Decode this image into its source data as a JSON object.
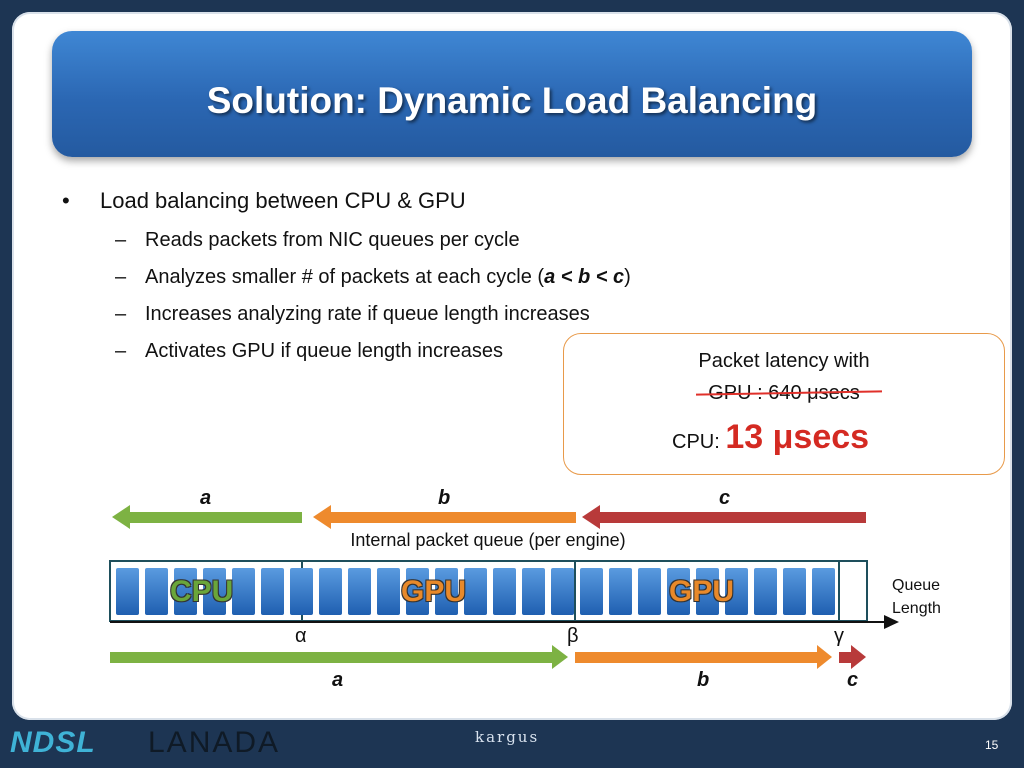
{
  "title": "Solution: Dynamic Load Balancing",
  "bullets": {
    "main": "Load balancing between CPU & GPU",
    "subs": [
      "Reads packets from NIC queues per cycle",
      "Analyzes smaller # of packets at each cycle (",
      "Increases analyzing rate  if queue length increases",
      "Activates GPU if queue length increases"
    ],
    "inequality": "a < b < c",
    "close_paren": ")",
    "bullet_glyph": "•",
    "dash_glyph": "–"
  },
  "callout": {
    "line1": "Packet latency with",
    "line2": "GPU :  640 μsecs",
    "cpu_label": "CPU: ",
    "cpu_value": "13 μsecs"
  },
  "diagram": {
    "top_labels": [
      "a",
      "b",
      "c"
    ],
    "queue_caption": "Internal packet queue (per engine)",
    "engines": [
      "CPU",
      "GPU",
      "GPU"
    ],
    "thresholds": [
      "α",
      "β",
      "γ"
    ],
    "axis_label_line1": "Queue",
    "axis_label_line2": "Length",
    "bottom_labels": [
      "a",
      "b",
      "c"
    ],
    "colors": {
      "a": "#7db243",
      "b": "#ee8a2d",
      "c": "#b83a3a",
      "cpu_text": "#6aa63a",
      "gpu_text": "#e8892a"
    }
  },
  "footer": {
    "logo1": "NDSL",
    "logo2": "LANADA",
    "center_logo": "kargus",
    "page_number": "15"
  }
}
